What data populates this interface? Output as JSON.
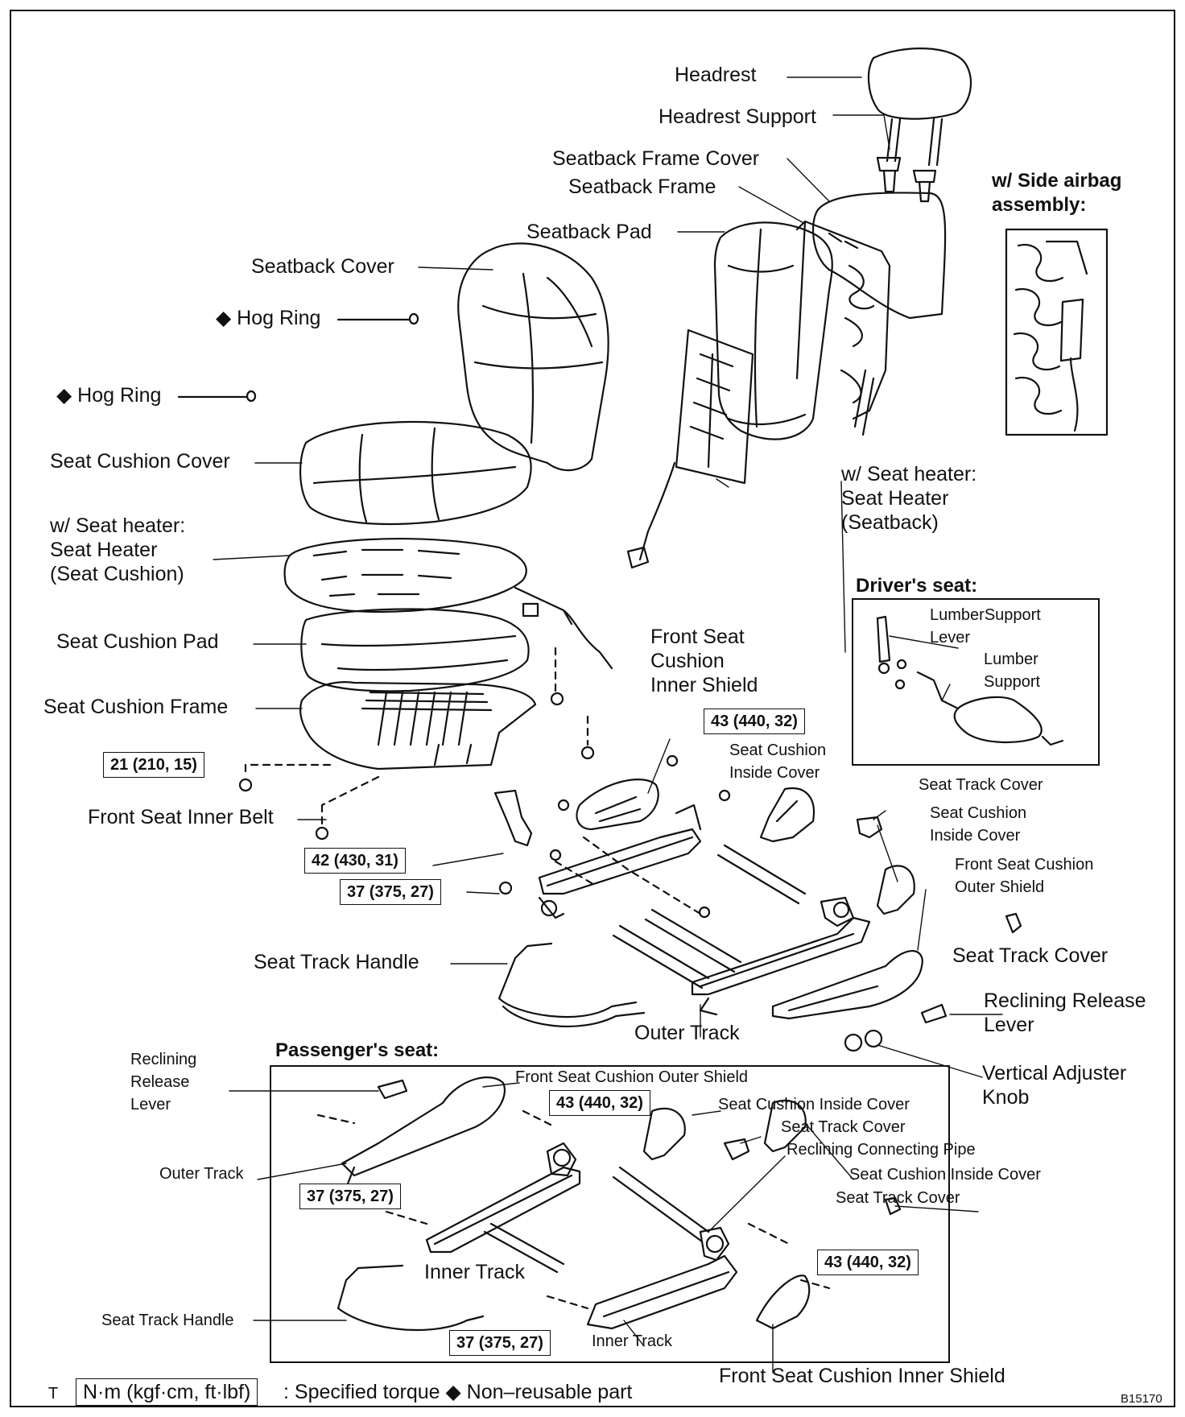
{
  "labels": {
    "headrest": "Headrest",
    "headrest_support": "Headrest Support",
    "seatback_frame_cover": "Seatback Frame Cover",
    "seatback_frame": "Seatback Frame",
    "seatback_pad": "Seatback Pad",
    "seatback_cover": "Seatback Cover",
    "hog_ring_1": "◆ Hog Ring",
    "hog_ring_2": "◆ Hog Ring",
    "seat_cushion_cover": "Seat Cushion Cover",
    "heater_cushion": "w/ Seat heater:\nSeat Heater\n(Seat Cushion)",
    "heater_seatback": "w/ Seat heater:\nSeat Heater\n(Seatback)",
    "seat_cushion_pad": "Seat Cushion Pad",
    "seat_cushion_frame": "Seat Cushion Frame",
    "front_seat_cushion_inner_shield": "Front Seat\nCushion\nInner Shield",
    "front_seat_inner_belt": "Front Seat Inner Belt",
    "seat_cushion_inside_cover_a": "Seat Cushion\nInside Cover",
    "seat_track_cover_a": "Seat Track Cover",
    "seat_cushion_inside_cover_b": "Seat Cushion\nInside Cover",
    "front_seat_cushion_outer_shield": "Front Seat Cushion\nOuter Shield",
    "seat_track_cover_b": "Seat Track Cover",
    "seat_track_handle": "Seat Track Handle",
    "outer_track": "Outer Track",
    "reclining_release_lever": "Reclining Release\nLever",
    "vertical_adjuster_knob": "Vertical Adjuster\nKnob"
  },
  "side_airbag": {
    "title": "w/ Side airbag\nassembly:"
  },
  "drivers_seat": {
    "title": "Driver's seat:",
    "lumber_support_lever": "LumberSupport\nLever",
    "lumber_support": "Lumber\nSupport"
  },
  "passengers_seat": {
    "title": "Passenger's seat:",
    "reclining_release_lever": "Reclining\nRelease\nLever",
    "outer_track": "Outer Track",
    "front_seat_cushion_outer_shield": "Front Seat Cushion Outer Shield",
    "seat_cushion_inside_cover_1": "Seat Cushion Inside Cover",
    "seat_track_cover_1": "Seat Track Cover",
    "reclining_connecting_pipe": "Reclining Connecting Pipe",
    "seat_cushion_inside_cover_2": "Seat Cushion Inside Cover",
    "seat_track_cover_2": "Seat Track Cover",
    "inner_track_1": "Inner Track",
    "inner_track_2": "Inner Track",
    "seat_track_handle": "Seat Track Handle",
    "front_seat_cushion_inner_shield": "Front Seat Cushion Inner Shield"
  },
  "torques": {
    "t21": "21 (210, 15)",
    "t43_top": "43 (440, 32)",
    "t42": "42 (430, 31)",
    "t37_top": "37 (375, 27)",
    "t43_pass_a": "43 (440, 32)",
    "t37_pass_a": "37 (375, 27)",
    "t43_pass_b": "43 (440, 32)",
    "t37_pass_b": "37 (375, 27)"
  },
  "legend": {
    "t": "T",
    "unit": "N·m (kgf·cm, ft·lbf)",
    "text": ": Specified torque ◆ Non–reusable part"
  },
  "figure_id": "B15170"
}
